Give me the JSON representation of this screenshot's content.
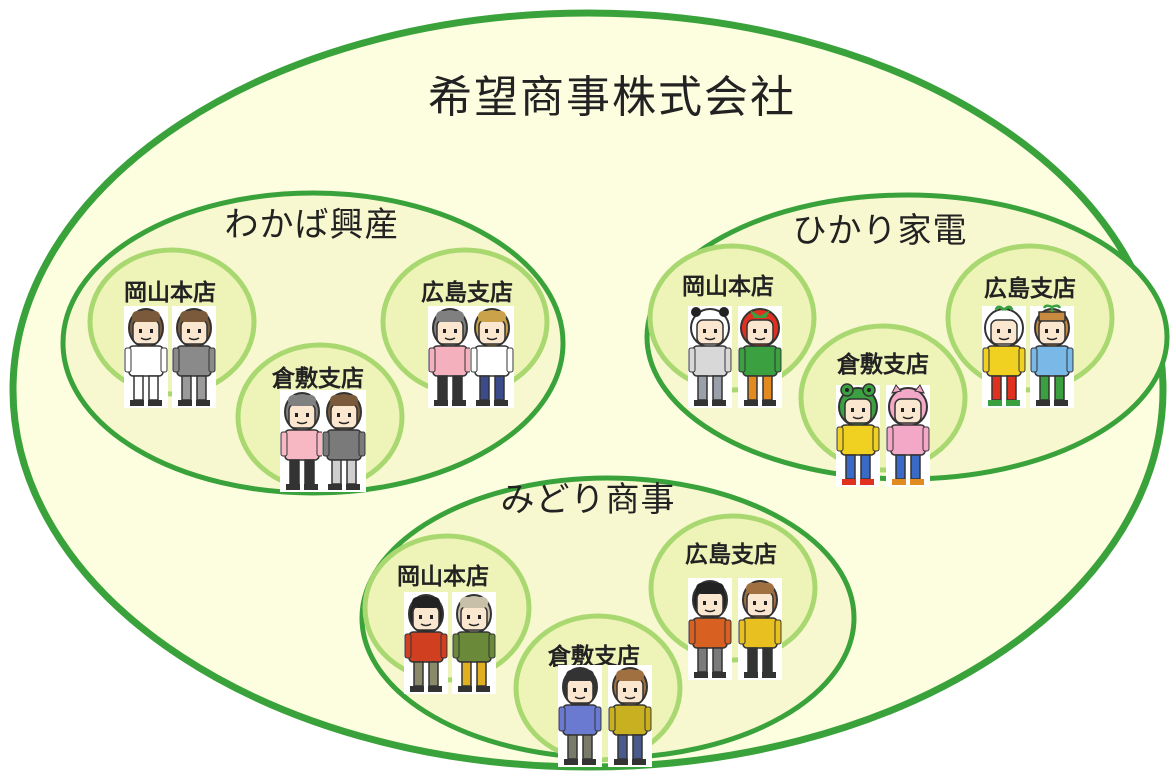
{
  "company": {
    "name": "希望商事株式会社"
  },
  "groups": [
    {
      "name": "わかば興産",
      "branches": [
        {
          "name": "岡山本店",
          "people": [
            {
              "icon": "woman-white-sweater-icon",
              "hair": "#7a5a3a",
              "skin": "#fbe6d0",
              "shirt": "#ffffff",
              "pants": "#ffffff",
              "shoes": "#333333",
              "hat": ""
            },
            {
              "icon": "man-gray-jacket-icon",
              "hair": "#7a5a3a",
              "skin": "#fbe6d0",
              "shirt": "#8a8a8a",
              "pants": "#9a9a9a",
              "shoes": "#333333",
              "hat": ""
            }
          ]
        },
        {
          "name": "倉敷支店",
          "people": [
            {
              "icon": "woman-pink-sweater-icon",
              "hair": "#808080",
              "skin": "#fbe6d0",
              "shirt": "#f7b8c4",
              "pants": "#333333",
              "shoes": "#333333",
              "hat": ""
            },
            {
              "icon": "woman-gray-cardigan-icon",
              "hair": "#7a5a3a",
              "skin": "#fbe6d0",
              "shirt": "#7a7a7a",
              "pants": "#cfcfcf",
              "shoes": "#333333",
              "hat": ""
            }
          ]
        },
        {
          "name": "広島支店",
          "people": [
            {
              "icon": "woman-pink-top-icon",
              "hair": "#808080",
              "skin": "#fbe6d0",
              "shirt": "#f5b0bd",
              "pants": "#333333",
              "shoes": "#333333",
              "hat": ""
            },
            {
              "icon": "man-white-jacket-icon",
              "hair": "#c9a24a",
              "skin": "#fbe6d0",
              "shirt": "#ffffff",
              "pants": "#3a4a8a",
              "shoes": "#333333",
              "hat": ""
            }
          ]
        }
      ]
    },
    {
      "name": "ひかり家電",
      "branches": [
        {
          "name": "岡山本店",
          "people": [
            {
              "icon": "panda-hood-icon",
              "hair": "#ffffff",
              "skin": "#fbe6d0",
              "shirt": "#d8d8d8",
              "pants": "#9aa0aa",
              "shoes": "#333333",
              "hat": "panda"
            },
            {
              "icon": "tomato-hood-icon",
              "hair": "#e03020",
              "skin": "#fbe6d0",
              "shirt": "#3aa040",
              "pants": "#e08a20",
              "shoes": "#333333",
              "hat": "tomato"
            }
          ]
        },
        {
          "name": "倉敷支店",
          "people": [
            {
              "icon": "frog-hood-icon",
              "hair": "#3aa040",
              "skin": "#fbe6d0",
              "shirt": "#f0d020",
              "pants": "#3a6ac8",
              "shoes": "#e03020",
              "hat": "frog"
            },
            {
              "icon": "pig-hood-icon",
              "hair": "#f4a8c8",
              "skin": "#fbe6d0",
              "shirt": "#f4a8c8",
              "pants": "#3a6ac8",
              "shoes": "#e08a20",
              "hat": "pig"
            }
          ]
        },
        {
          "name": "広島支店",
          "people": [
            {
              "icon": "turnip-hood-icon",
              "hair": "#ffffff",
              "skin": "#fbe6d0",
              "shirt": "#f0d020",
              "pants": "#e03020",
              "shoes": "#3aa040",
              "hat": "turnip"
            },
            {
              "icon": "sprout-hat-icon",
              "hair": "#c88a40",
              "skin": "#fbe6d0",
              "shirt": "#7ab8e8",
              "pants": "#3aa040",
              "shoes": "#333333",
              "hat": "sprout"
            }
          ]
        }
      ]
    },
    {
      "name": "みどり商事",
      "branches": [
        {
          "name": "岡山本店",
          "people": [
            {
              "icon": "man-red-vest-icon",
              "hair": "#222222",
              "skin": "#fbe6d0",
              "shirt": "#d04020",
              "pants": "#8a8a6a",
              "shoes": "#333333",
              "hat": ""
            },
            {
              "icon": "woman-green-top-icon",
              "hair": "#c8c0a8",
              "skin": "#fbe6d0",
              "shirt": "#6a8a3a",
              "pants": "#e0b020",
              "shoes": "#333333",
              "hat": ""
            }
          ]
        },
        {
          "name": "倉敷支店",
          "people": [
            {
              "icon": "boy-blue-shirt-icon",
              "hair": "#333333",
              "skin": "#fbe6d0",
              "shirt": "#6a7ad0",
              "pants": "#7a7a6a",
              "shoes": "#333333",
              "hat": ""
            },
            {
              "icon": "girl-striped-shirt-icon",
              "hair": "#a07040",
              "skin": "#fbe6d0",
              "shirt": "#c8b020",
              "pants": "#4a5a8a",
              "shoes": "#333333",
              "hat": ""
            }
          ]
        },
        {
          "name": "広島支店",
          "people": [
            {
              "icon": "man-orange-shirt-icon",
              "hair": "#222222",
              "skin": "#fbe6d0",
              "shirt": "#d86020",
              "pants": "#7a7a7a",
              "shoes": "#333333",
              "hat": ""
            },
            {
              "icon": "girl-yellow-striped-icon",
              "hair": "#a07040",
              "skin": "#fbe6d0",
              "shirt": "#e8c020",
              "pants": "#333333",
              "shoes": "#333333",
              "hat": ""
            }
          ]
        }
      ]
    }
  ],
  "colors": {
    "ring": "#3aa23a",
    "company_fill": "#fdfde0",
    "group_fill": "#f8f8d0",
    "branch_fill": "#eef3b8",
    "branch_ring": "#a9d870"
  }
}
